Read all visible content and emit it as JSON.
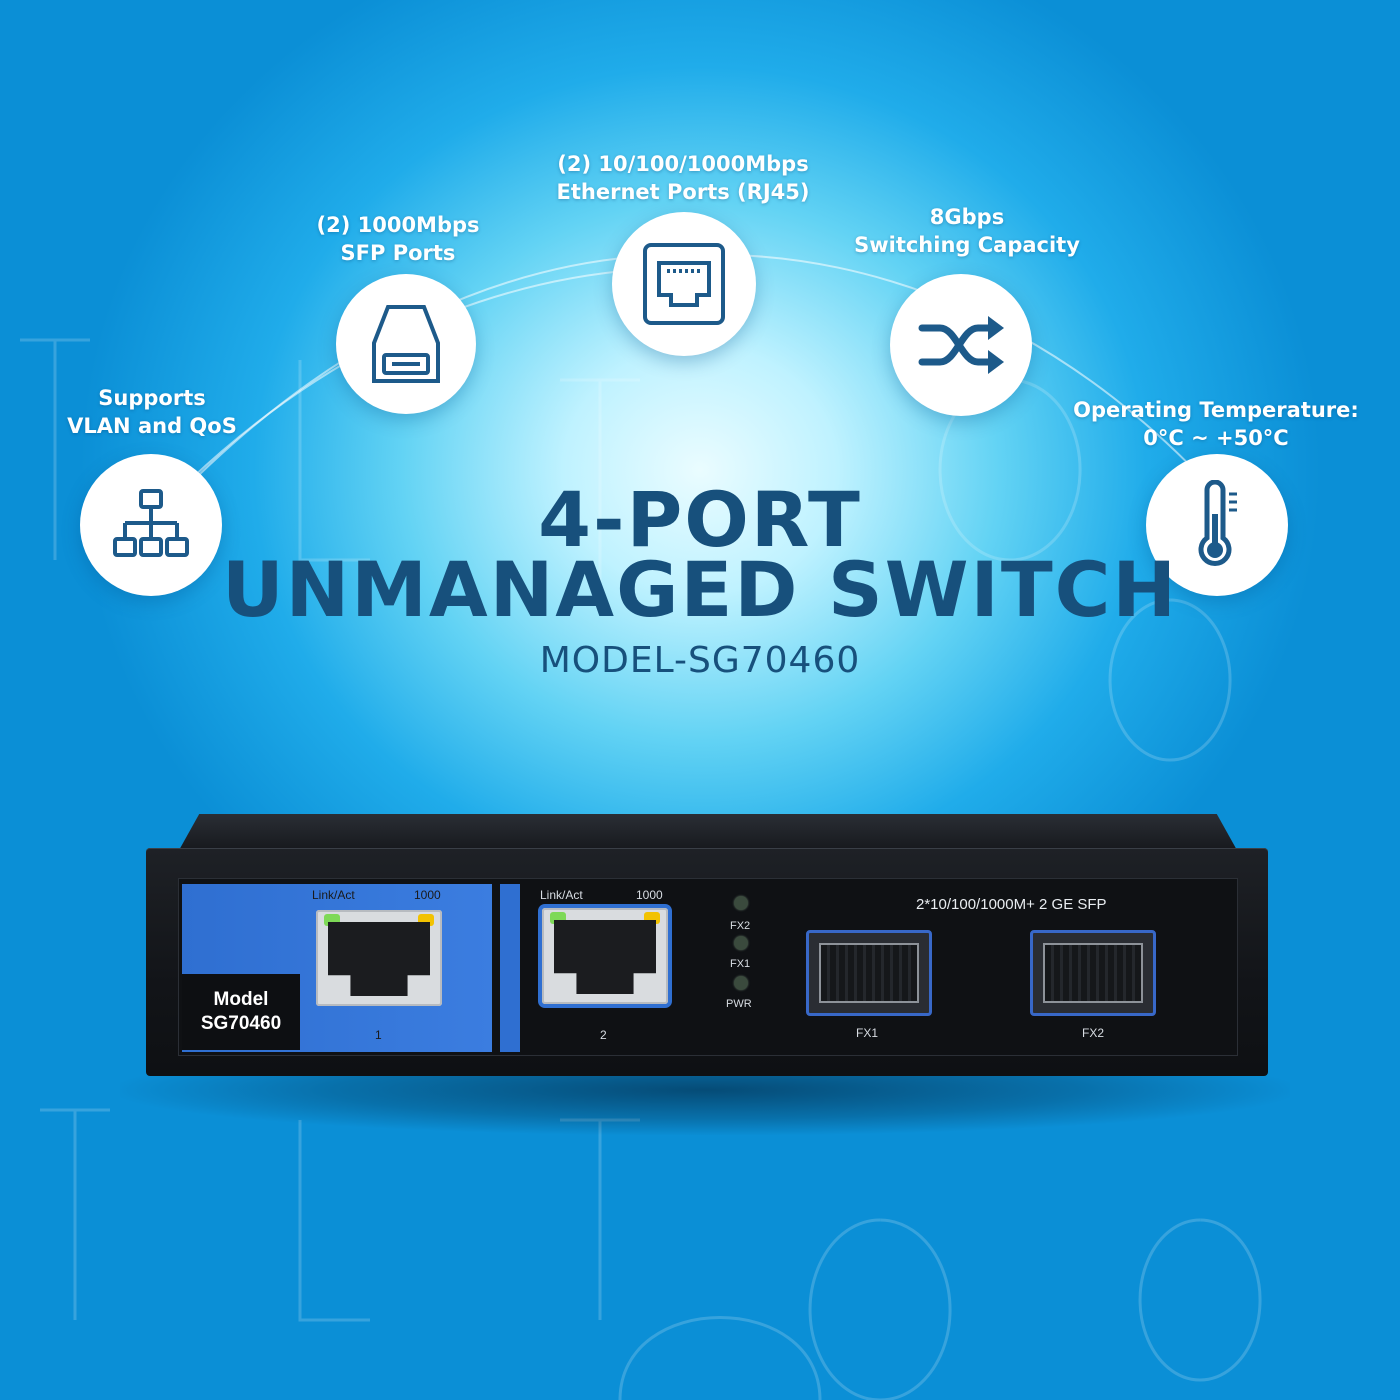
{
  "features": [
    {
      "id": "vlan",
      "line1": "Supports",
      "line2": "VLAN and QoS",
      "icon": "network-hierarchy-icon"
    },
    {
      "id": "sfp",
      "line1": "(2) 1000Mbps",
      "line2": "SFP Ports",
      "icon": "sfp-module-icon"
    },
    {
      "id": "ethernet",
      "line1": "(2) 10/100/1000Mbps",
      "line2": "Ethernet Ports (RJ45)",
      "icon": "rj45-port-icon"
    },
    {
      "id": "switching",
      "line1": "8Gbps",
      "line2": "Switching Capacity",
      "icon": "shuffle-arrows-icon"
    },
    {
      "id": "temperature",
      "line1": "Operating Temperature:",
      "line2": "0°C ~ +50°C",
      "icon": "thermometer-icon"
    }
  ],
  "heading": {
    "line1": "4-PORT",
    "line2": "UNMANAGED SWITCH",
    "model": "MODEL-SG70460"
  },
  "device": {
    "plate_line1": "Model",
    "plate_line2": "SG70460",
    "port1": {
      "link_label": "Link/Act",
      "speed_label": "1000",
      "number": "1"
    },
    "port2": {
      "link_label": "Link/Act",
      "speed_label": "1000",
      "number": "2"
    },
    "leds": [
      "FX2",
      "FX1",
      "PWR"
    ],
    "sfp1_label": "FX1",
    "sfp2_label": "FX2",
    "spec_label": "2*10/100/1000M+ 2 GE SFP"
  },
  "colors": {
    "heading": "#17507c",
    "icon": "#1d5a8a",
    "background_accent": "#20acea",
    "port_panel": "#2f6fd1"
  }
}
